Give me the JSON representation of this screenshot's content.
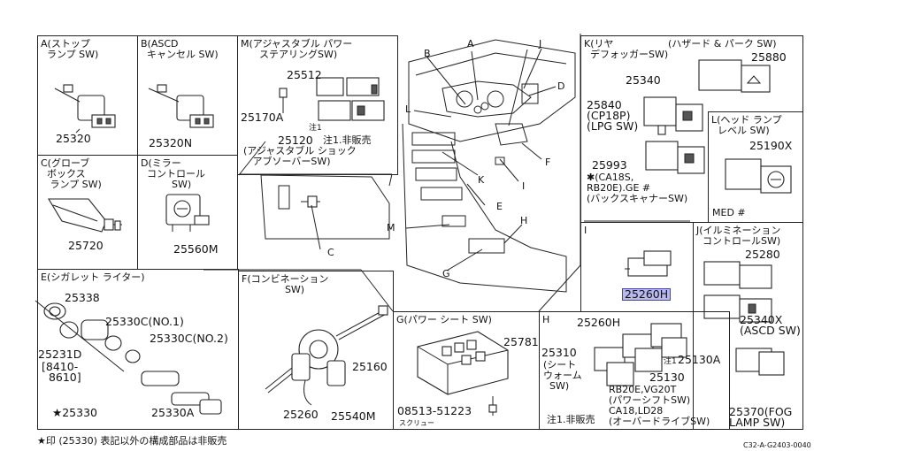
{
  "panels": {
    "A": {
      "title": "A(ストップ\n  ランプ SW)",
      "part": "25320"
    },
    "B": {
      "title": "B(ASCD\n  キャンセル SW)",
      "part": "25320N"
    },
    "M": {
      "title": "M(アジャスタブル パワー\n      ステアリングSW)",
      "parts": [
        "25512",
        "25170A",
        "25120"
      ],
      "note": "注1.非販売",
      "note_mark": "注1",
      "caption": "(アジャスタブル ショック\n   アブソーバーSW)"
    },
    "C": {
      "title": "C(グローブ\n  ボックス\n   ランプ SW)",
      "part": "25720"
    },
    "D": {
      "title": "D(ミラー\n  コントロール\n          SW)",
      "part": "25560M"
    },
    "E": {
      "title": "E(シガレット ライター)",
      "parts": [
        "25338",
        "25330C(NO.1)",
        "25330C(NO.2)",
        "25231D",
        "[8410-\n  8610]",
        "★25330",
        "25330A"
      ]
    },
    "F": {
      "title": "F(コンビネーション\n              SW)",
      "parts": [
        "25160",
        "25260",
        "25540M"
      ]
    },
    "G": {
      "title": "G(パワー シート SW)",
      "parts": [
        "25781",
        "08513-51223"
      ],
      "screw_label": "スクリュー"
    },
    "H": {
      "title": "H",
      "parts": [
        "25260H",
        "25310",
        "25130A",
        "25130"
      ],
      "sub": "(シート\nウォーム\n  SW)",
      "notes": "RB20E,VG20T\n(パワーシフトSW)\nCA18,LD28\n(オーバードライブSW)",
      "note": "注1.非販売",
      "note_mark": "注1"
    },
    "K": {
      "title": "K(リヤ\n  デフォッガーSW)",
      "hazard": "(ハザード & パーク SW)",
      "parts": [
        "25880",
        "25340",
        "25840\n(CP18P)\n(LPG SW)",
        "25993"
      ],
      "note": "✱(CA18S,\nRB20E).GE #\n(バックスキャナーSW)"
    },
    "L": {
      "title": "L(ヘッド ランプ\n  レベル SW)",
      "part": "25190X",
      "note": "MED #"
    },
    "I": {
      "title": "I",
      "part": "25260H"
    },
    "J": {
      "title": "J(イルミネーション\n  コントロールSW)",
      "parts": [
        "25280",
        "25340X\n(ASCD SW)",
        "25370(FOG\nLAMP SW)"
      ]
    }
  },
  "overview_labels": [
    "A",
    "B",
    "J",
    "D",
    "L",
    "K",
    "E",
    "F",
    "I",
    "C",
    "M",
    "H",
    "G"
  ],
  "footer": {
    "note": "★印 (25330) 表記以外の構成部品は非販売",
    "code": "C32-A-G2403-0040"
  }
}
